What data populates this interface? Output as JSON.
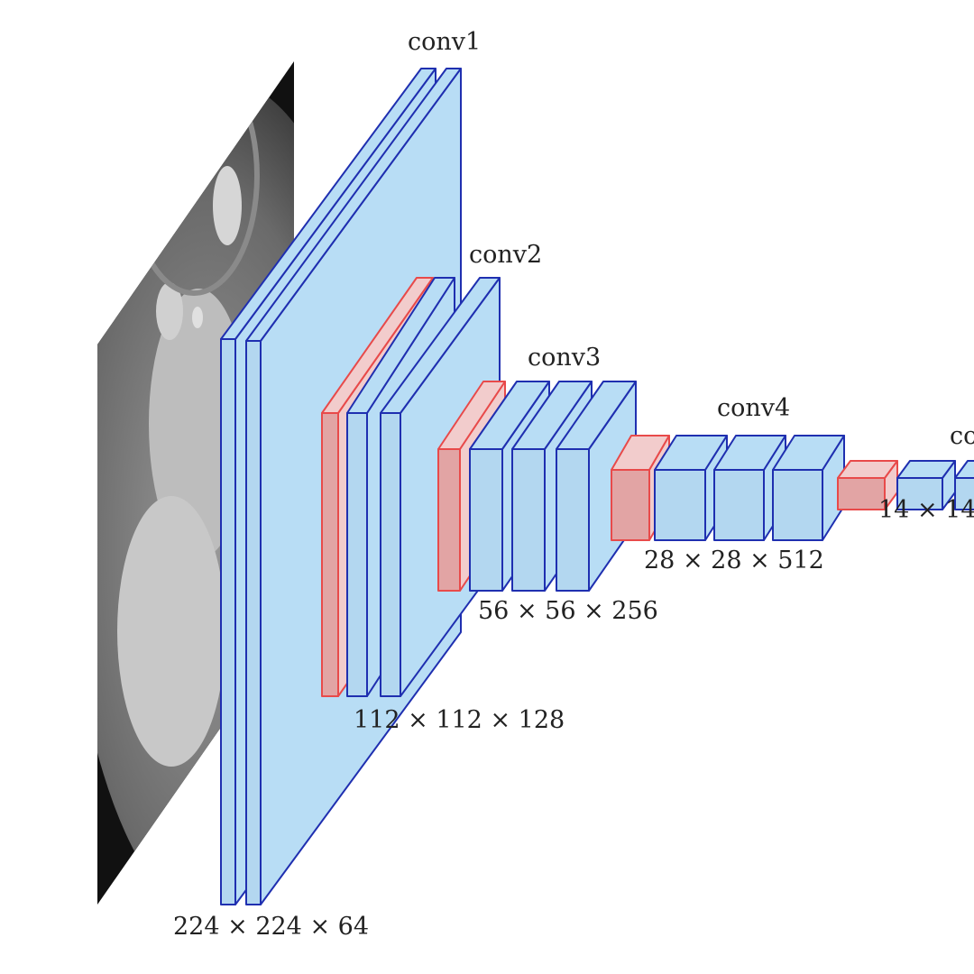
{
  "diagram": {
    "blocks": [
      {
        "title": "conv1",
        "dims": "224 × 224 × 64",
        "pool": false,
        "convs": 2
      },
      {
        "title": "conv2",
        "dims": "112 × 112 × 128",
        "pool": true,
        "convs": 2
      },
      {
        "title": "conv3",
        "dims": "56 × 56 × 256",
        "pool": true,
        "convs": 3
      },
      {
        "title": "conv4",
        "dims": "28 × 28 × 512",
        "pool": true,
        "convs": 3
      },
      {
        "title": "co",
        "dims": "14 × 14",
        "pool": true,
        "convs": 2
      }
    ]
  },
  "colors": {
    "conv_face": "#b8ddf5",
    "conv_front": "#b3d7f0",
    "conv_stroke": "#1f2fb0",
    "pool_face": "#f2cccc",
    "pool_front": "#e2a4a4",
    "pool_stroke": "#e84a4a",
    "background": "#ffffff"
  }
}
